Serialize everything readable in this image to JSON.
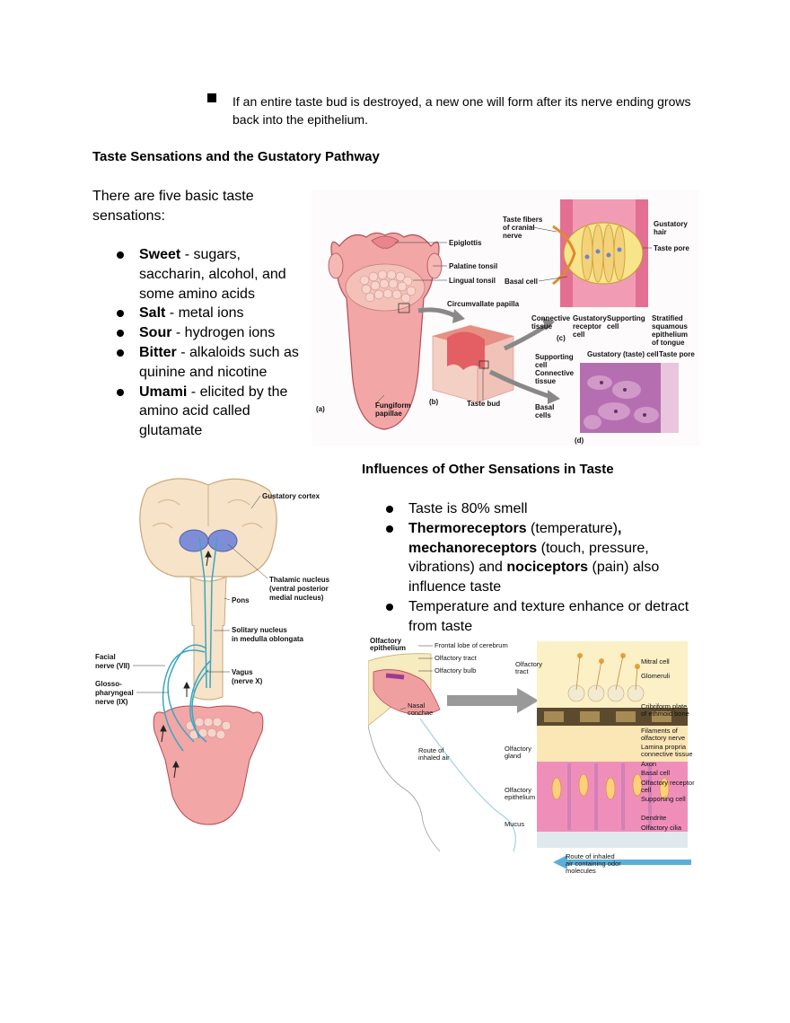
{
  "top_note": "If an entire taste bud is destroyed, a new one will form after its nerve ending grows back into the epithelium.",
  "section1": {
    "heading": "Taste Sensations and the Gustatory Pathway",
    "intro": "There are five basic taste sensations:",
    "tastes": [
      {
        "name": "Sweet",
        "desc": " - sugars, saccharin, alcohol, and some amino acids"
      },
      {
        "name": "Salt",
        "desc": " - metal ions"
      },
      {
        "name": "Sour",
        "desc": " - hydrogen ions"
      },
      {
        "name": "Bitter",
        "desc": " - alkaloids such as quinine and nicotine"
      },
      {
        "name": "Umami",
        "desc": " - elicited by the amino acid called glutamate"
      }
    ]
  },
  "figure_tongue": {
    "labels": {
      "epiglottis": "Epiglottis",
      "palatine": "Palatine tonsil",
      "lingual": "Lingual tonsil",
      "circumvallate": "Circumvallate papilla",
      "fungiform": "Fungiform papillae",
      "taste_bud": "Taste bud",
      "a": "(a)",
      "b": "(b)",
      "c": "(c)",
      "d": "(d)",
      "taste_fibers": "Taste fibers of cranial nerve",
      "basal_cell": "Basal cell",
      "gustatory_hair": "Gustatory hair",
      "taste_pore": "Taste pore",
      "connective_tissue": "Connective tissue",
      "gustatory_receptor": "Gustatory receptor cell",
      "supporting_cell": "Supporting cell",
      "stratified": "Stratified squamous epithelium of tongue",
      "gustatory_taste_cell": "Gustatory (taste) cell",
      "taste_pore_d": "Taste pore",
      "supporting_cell_d": "Supporting cell",
      "connective_tissue_d": "Connective tissue",
      "basal_cells_d": "Basal cells"
    }
  },
  "figure_pathway": {
    "labels": {
      "cortex": "Gustatory cortex",
      "thalamic": "Thalamic nucleus (ventral posterior medial nucleus)",
      "pons": "Pons",
      "solitary": "Solitary nucleus in medulla oblongata",
      "facial": "Facial nerve (VII)",
      "vagus": "Vagus (nerve X)",
      "glosso": "Glosso- pharyngeal nerve (IX)"
    }
  },
  "section2": {
    "heading": "Influences of Other Sensations in Taste",
    "items": [
      {
        "plain_before": "Taste is 80% smell"
      },
      {
        "b1": "Thermoreceptors",
        "t1": " (temperature)",
        "b2": ",",
        "b3": "mechanoreceptors",
        "t2": " (touch, pressure, vibrations) and ",
        "b4": "nociceptors",
        "t3": " (pain) also influence taste"
      },
      {
        "plain_before": "Temperature and texture enhance or detract from taste"
      }
    ]
  },
  "figure_olfactory": {
    "labels": {
      "olf_epithelium": "Olfactory epithelium",
      "frontal_lobe": "Frontal lobe of cerebrum",
      "olf_tract": "Olfactory tract",
      "olf_bulb": "Olfactory bulb",
      "nasal_conchae": "Nasal conchae",
      "route_inhaled": "Route of inhaled air",
      "olf_tract2": "Olfactory tract",
      "mitral": "Mitral cell",
      "glomeruli": "Glomeruli",
      "cribriform": "Cribriform plate of ethmoid bone",
      "filaments": "Filaments of olfactory nerve",
      "lamina": "Lamina propria connective tissue",
      "axon": "Axon",
      "basal": "Basal cell",
      "receptor": "Olfactory receptor cell",
      "supporting": "Supporting cell",
      "dendrite": "Dendrite",
      "cilia": "Olfactory cilia",
      "olf_gland": "Olfactory gland",
      "olf_epithelium2": "Olfactory epithelium",
      "mucus": "Mucus",
      "route_odor": "Route of inhaled air containing odor molecules"
    }
  }
}
